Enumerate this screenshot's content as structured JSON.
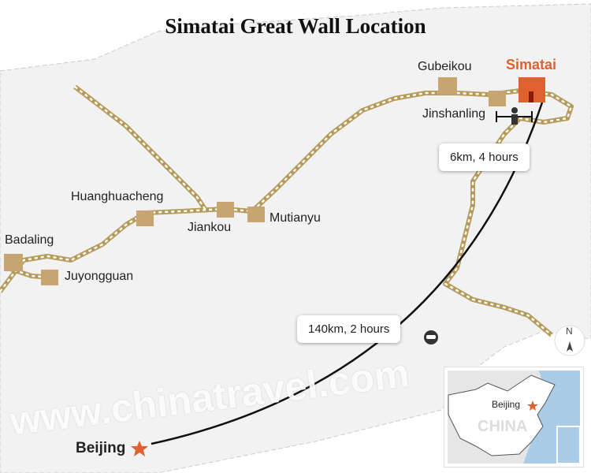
{
  "title": "Simatai Great Wall Location",
  "watermark": "www.chinatravel.com",
  "places": {
    "simatai": "Simatai",
    "gubeikou": "Gubeikou",
    "jinshanling": "Jinshanling",
    "mutianyu": "Mutianyu",
    "jiankou": "Jiankou",
    "huanghuacheng": "Huanghuacheng",
    "badaling": "Badaling",
    "juyongguan": "Juyongguan",
    "beijing": "Beijing"
  },
  "routes": {
    "hike": "6km, 4 hours",
    "drive": "140km, 2 hours"
  },
  "compass": "N",
  "inset": {
    "city": "Beijing",
    "country": "CHINA"
  },
  "colors": {
    "accent": "#e0602f",
    "wall": "#b59a5a",
    "land": "#f2f2f2",
    "sea": "#a9cde8"
  }
}
